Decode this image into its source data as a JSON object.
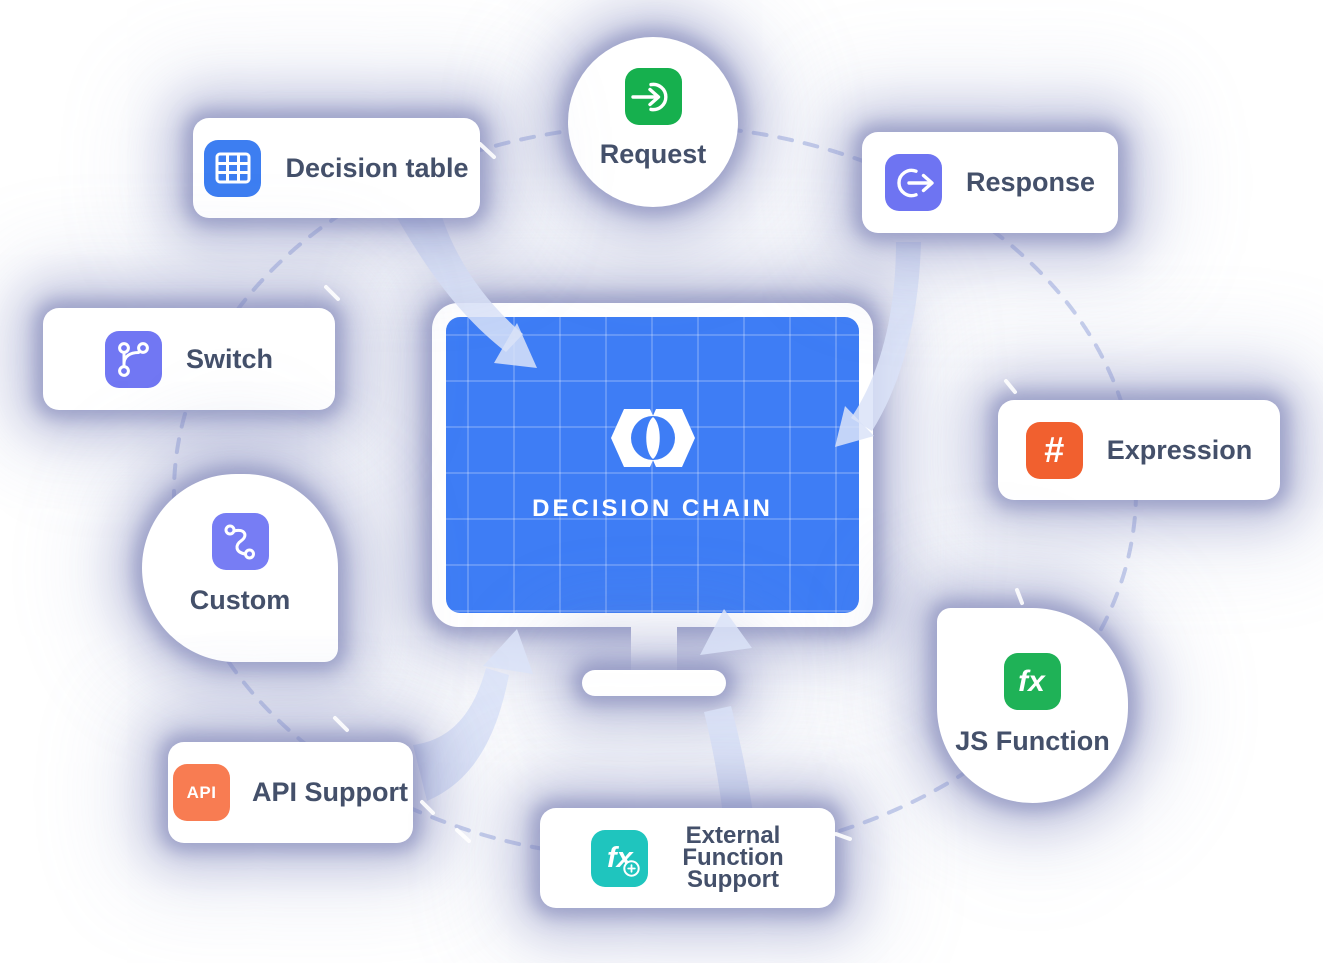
{
  "page": {
    "background": "#FFFFFF",
    "glow_color": "#8C92BE",
    "dashed_ring_color": "#C9D1EE",
    "arrow_color": "#DBE3F8",
    "label_color": "#44506A"
  },
  "center": {
    "title": "DECISION CHAIN",
    "screen_color": "#3E7DF5",
    "grid_line_color": "rgba(255,255,255,0.2)",
    "monitor_frame_color": "#FFFFFF",
    "logo": "overlapping-hexagons-lens"
  },
  "nodes": {
    "request": {
      "label": "Request",
      "icon": "arrow-enter-circle-icon",
      "icon_color": "#16B04E"
    },
    "decision_table": {
      "label": "Decision table",
      "icon": "table-grid-icon",
      "icon_color": "#3D7EF1"
    },
    "response": {
      "label": "Response",
      "icon": "arrow-exit-circle-icon",
      "icon_color": "#6E74F2"
    },
    "switch": {
      "label": "Switch",
      "icon": "git-branch-icon",
      "icon_color": "#7177F3"
    },
    "expression": {
      "label": "Expression",
      "icon": "hash-icon",
      "icon_glyph": "#",
      "icon_color": "#F1602F"
    },
    "custom": {
      "label": "Custom",
      "icon": "route-icon",
      "icon_color": "#777DF4"
    },
    "js_function": {
      "label": "JS Function",
      "icon": "fx-icon",
      "icon_glyph": "fx",
      "icon_color": "#1FB257"
    },
    "api_support": {
      "label": "API Support",
      "icon": "api-icon",
      "icon_glyph": "API",
      "icon_color": "#F87C52"
    },
    "external_function": {
      "label_line1": "External",
      "label_line2": "Function",
      "label_line3": "Support",
      "icon": "fx-plus-icon",
      "icon_glyph": "fx",
      "icon_color": "#1FC5BE"
    }
  }
}
